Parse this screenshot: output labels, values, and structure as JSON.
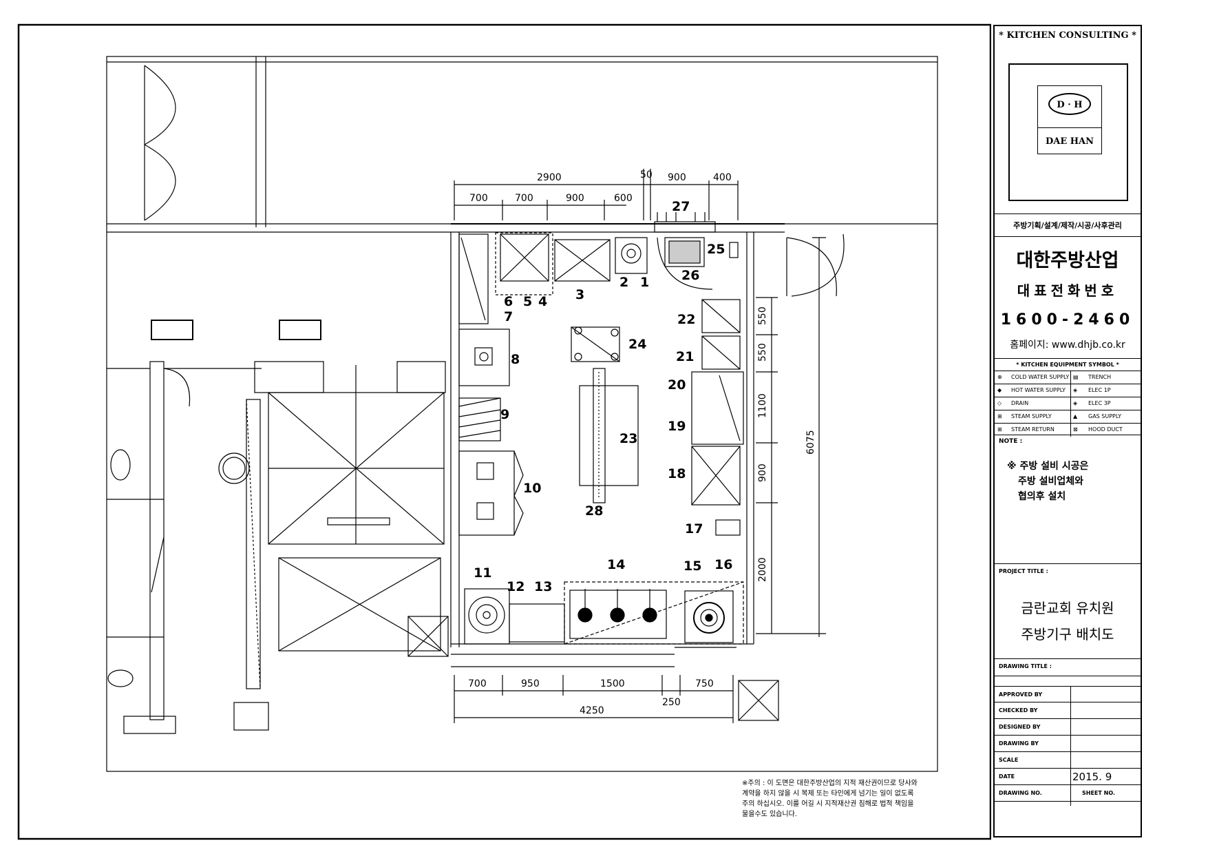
{
  "plan": {
    "numbers": [
      "1",
      "2",
      "3",
      "4",
      "5",
      "6",
      "7",
      "8",
      "9",
      "10",
      "11",
      "12",
      "13",
      "14",
      "15",
      "16",
      "17",
      "18",
      "19",
      "20",
      "21",
      "22",
      "23",
      "24",
      "25",
      "26",
      "27",
      "28"
    ],
    "top_dims": {
      "total": "2900",
      "d1": "700",
      "d2": "700",
      "d3": "900",
      "d4": "600",
      "d5": "50",
      "d6": "900",
      "d7": "400"
    },
    "right_dims": {
      "total": "6075",
      "d1": "550",
      "d2": "550",
      "d3": "1100",
      "d4": "900",
      "d5": "2000"
    },
    "bottom_dims": {
      "total": "4250",
      "d1": "700",
      "d2": "950",
      "d3": "1500",
      "d4": "250",
      "d5": "750"
    }
  },
  "title_block": {
    "header": "* KITCHEN CONSULTING *",
    "logo_mark": "D · H",
    "logo_name": "DAE HAN",
    "services": "주방기획/설계/제작/시공/사후관리",
    "company": "대한주방산업",
    "rep_phone_label": "대표전화번호",
    "phone": "1600-2460",
    "homepage": "홈페이지: www.dhjb.co.kr",
    "symbol_title": "* KITCHEN EQUIPMENT SYMBOL *",
    "symbols_left": [
      "COLD WATER SUPPLY",
      "HOT WATER SUPPLY",
      "DRAIN",
      "STEAM SUPPLY",
      "STEAM RETURN"
    ],
    "symbols_right": [
      "TRENCH",
      "ELEC 1P",
      "ELEC 3P",
      "GAS SUPPLY",
      "HOOD DUCT"
    ],
    "note_label": "NOTE :",
    "note_lines": [
      "※ 주방 설비 시공은",
      "주방 설비업체와",
      "협의후 설치"
    ],
    "project_title_label": "PROJECT TITLE :",
    "project_title_lines": [
      "금란교회 유치원",
      "주방기구 배치도"
    ],
    "drawing_title_label": "DRAWING TITLE :",
    "approved_by": "APPROVED BY",
    "checked_by": "CHECKED BY",
    "designed_by": "DESIGNED BY",
    "drawing_by": "DRAWING BY",
    "scale": "SCALE",
    "date_label": "DATE",
    "date_value": "2015. 9",
    "drawing_no": "DRAWING NO.",
    "sheet_no": "SHEET NO."
  },
  "footer_lines": [
    "※주의 : 이 도면은 대한주방산업의 지적 재산권이므로 당사와",
    "계약을 하지 않을 시 복제 또는 타인에게 넘기는 일이 없도록",
    "주의 하십시오. 이를 어길 시 지적재산권 침해로 법적 책임을",
    "물을수도 있습니다."
  ]
}
